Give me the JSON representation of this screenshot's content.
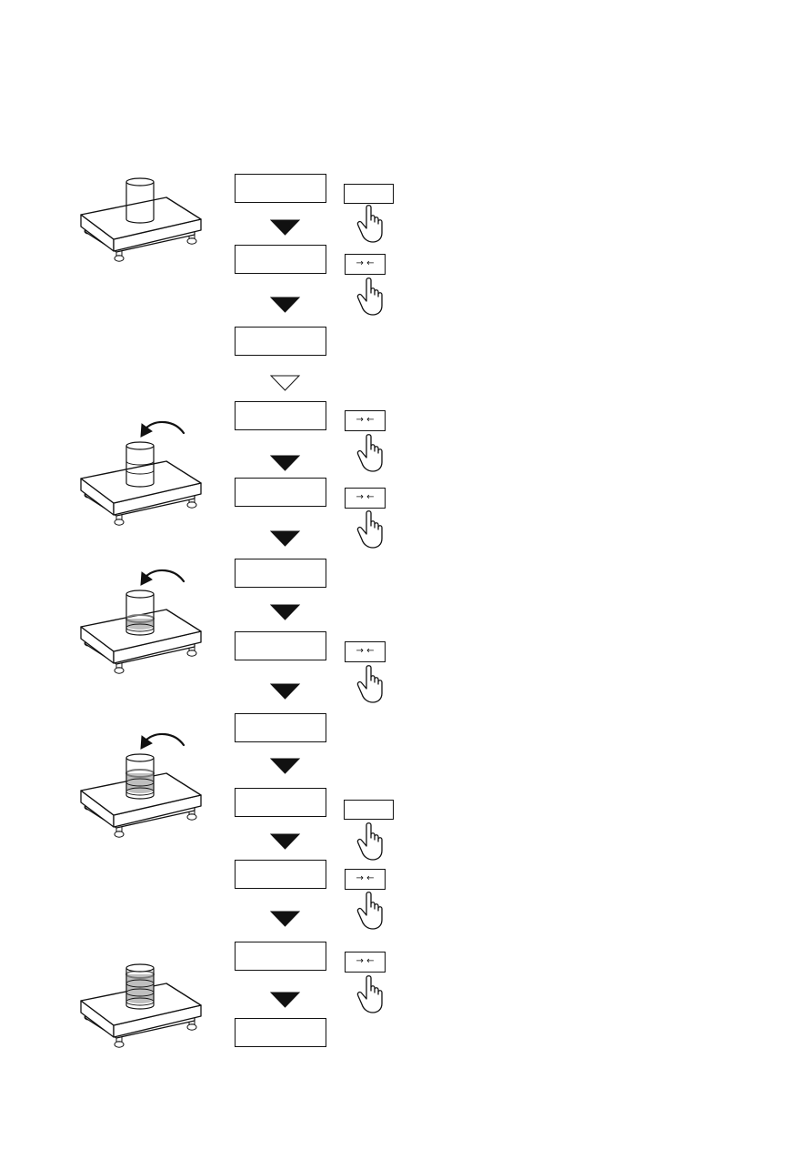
{
  "diagram": {
    "steps": [
      {
        "id": "s1",
        "display": "",
        "key": "blank"
      },
      {
        "id": "s2",
        "display": "",
        "key": "zero"
      },
      {
        "id": "s3",
        "display": "",
        "key": "none",
        "connector_after": "outline"
      },
      {
        "id": "s4",
        "display": "",
        "key": "zero"
      },
      {
        "id": "s5",
        "display": "",
        "key": "zero"
      },
      {
        "id": "s6",
        "display": "",
        "key": "none"
      },
      {
        "id": "s7",
        "display": "",
        "key": "zero"
      },
      {
        "id": "s8",
        "display": "",
        "key": "none"
      },
      {
        "id": "s9",
        "display": "",
        "key": "blank"
      },
      {
        "id": "s10",
        "display": "",
        "key": "zero"
      },
      {
        "id": "s11",
        "display": "",
        "key": "zero"
      },
      {
        "id": "s12",
        "display": "",
        "key": "none"
      }
    ],
    "zero_key_symbol": "→ ←",
    "blank_key_symbol": "",
    "scales": [
      {
        "id": "scale-1",
        "fill_bands": 0,
        "arrow": false
      },
      {
        "id": "scale-2",
        "fill_bands": 0,
        "arrow": true
      },
      {
        "id": "scale-3",
        "fill_bands": 1,
        "arrow": true
      },
      {
        "id": "scale-4",
        "fill_bands": 2,
        "arrow": true
      },
      {
        "id": "scale-5",
        "fill_bands": 3,
        "arrow": false
      }
    ],
    "colors": {
      "line": "#111111",
      "fill": "#bfbfbf",
      "dark": "#7a7a7a"
    }
  }
}
